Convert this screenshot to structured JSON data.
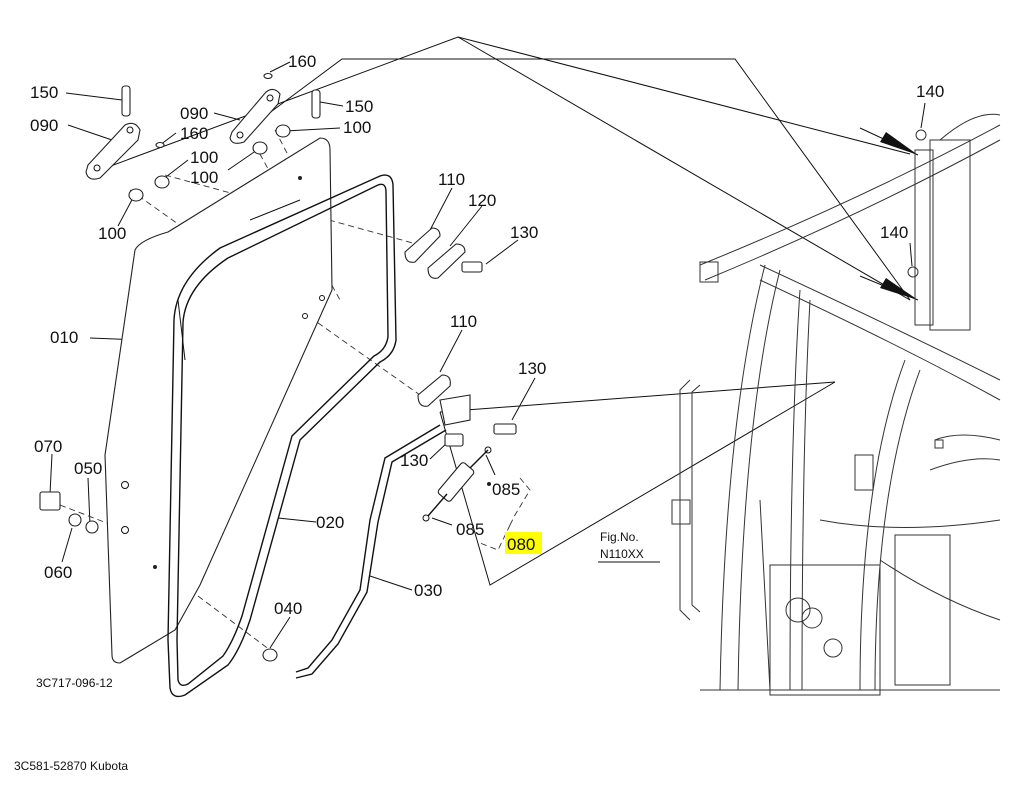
{
  "diagram": {
    "title_code": "3C717-096-12",
    "fig_ref": {
      "line1": "Fig.No.",
      "line2": "N110XX"
    },
    "highlight_color": "#ffff00",
    "highlighted_part": "080",
    "labels": {
      "p010": "010",
      "p020": "020",
      "p030": "030",
      "p040": "040",
      "p050": "050",
      "p060": "060",
      "p070": "070",
      "p080": "080",
      "p085a": "085",
      "p085b": "085",
      "p090a": "090",
      "p090b": "090",
      "p100a": "100",
      "p100b": "100",
      "p100c": "100",
      "p100d": "100",
      "p110a": "110",
      "p110b": "110",
      "p120": "120",
      "p130a": "130",
      "p130b": "130",
      "p130c": "130",
      "p140a": "140",
      "p140b": "140",
      "p150a": "150",
      "p150b": "150",
      "p160a": "160",
      "p160b": "160"
    }
  },
  "caption": "3C581-52870 Kubota"
}
